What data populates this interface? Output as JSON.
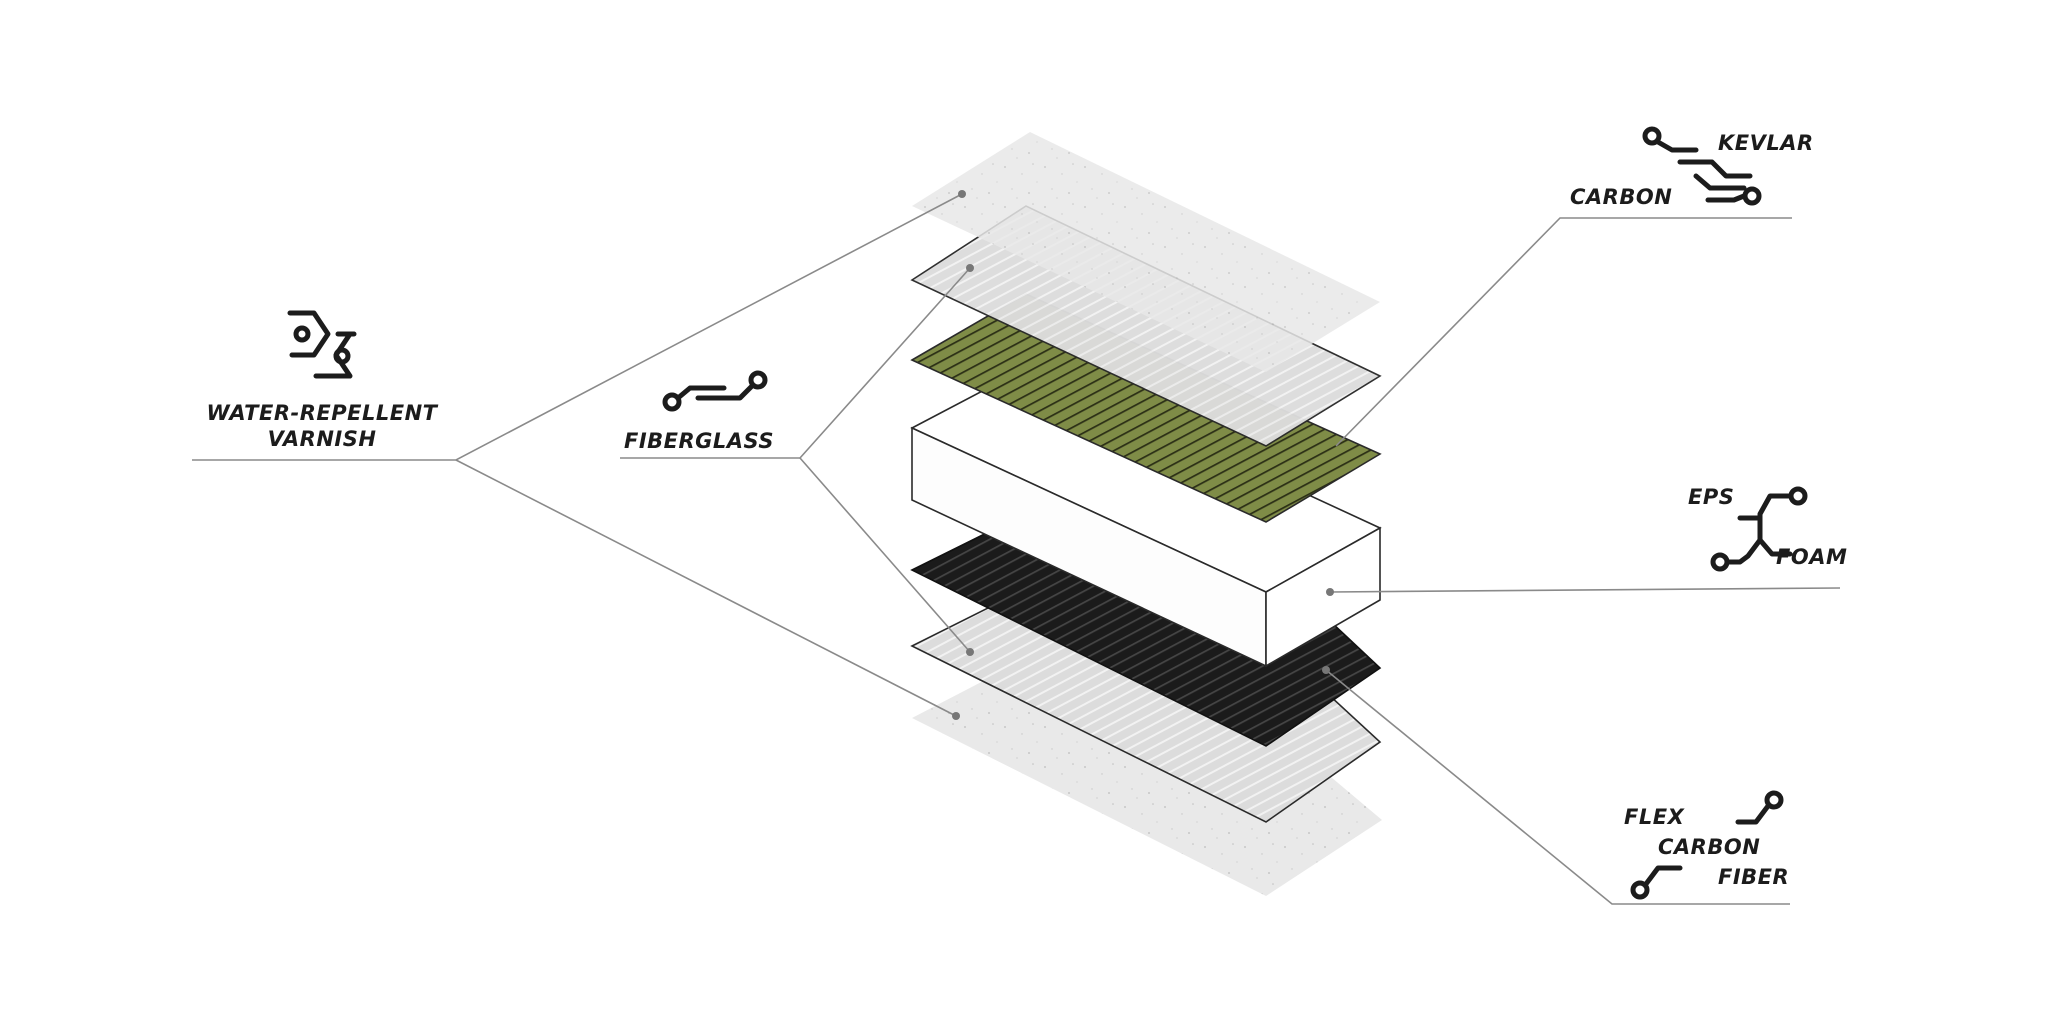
{
  "labels": {
    "water_repellent_line1": "WATER-REPELLENT",
    "water_repellent_line2": "VARNISH",
    "fiberglass": "FIBERGLASS",
    "carbon": "CARBON",
    "kevlar": "KEVLAR",
    "eps": "EPS",
    "foam": "FOAM",
    "flex": "FLEX",
    "flex_carbon": "CARBON",
    "flex_fiber": "FIBER"
  },
  "layers": [
    {
      "name": "water-repellent-varnish-top",
      "material": "varnish"
    },
    {
      "name": "fiberglass-top",
      "material": "fiberglass"
    },
    {
      "name": "carbon-kevlar",
      "material": "carbon-kevlar"
    },
    {
      "name": "eps-foam-core",
      "material": "eps-foam"
    },
    {
      "name": "flex-carbon-fiber",
      "material": "flex-carbon"
    },
    {
      "name": "fiberglass-bottom",
      "material": "fiberglass"
    },
    {
      "name": "water-repellent-varnish-bottom",
      "material": "varnish"
    }
  ],
  "colors": {
    "varnish": "#e6e6e6",
    "fiberglass": "#dadada",
    "carbon_kevlar": "#8c9a52",
    "flex_carbon": "#262626",
    "foam": "#ffffff",
    "text": "#1c1c1c",
    "leader": "#8a8a8a"
  },
  "icons": [
    "water-repellent-icon",
    "fiberglass-icon",
    "carbon-kevlar-icon",
    "eps-foam-icon",
    "flex-carbon-fiber-icon"
  ]
}
